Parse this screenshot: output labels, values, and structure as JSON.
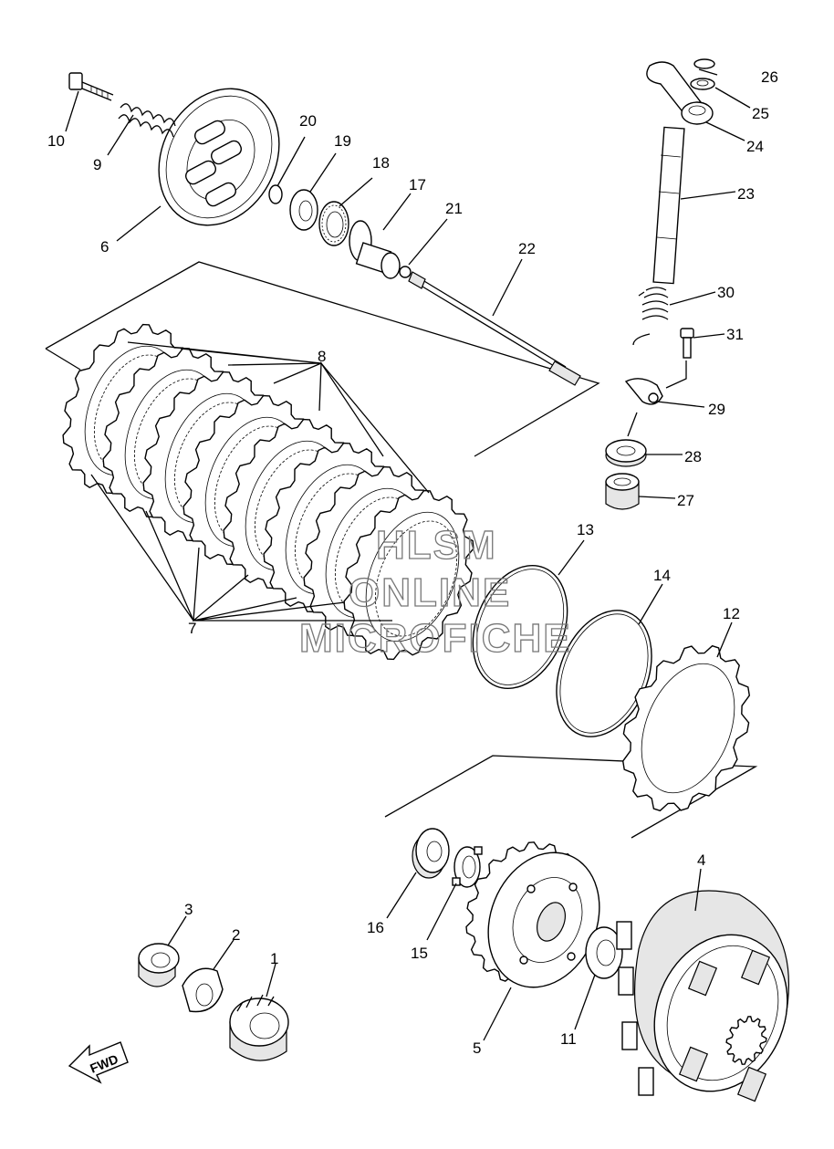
{
  "callouts": {
    "n1": "1",
    "n2": "2",
    "n3": "3",
    "n4": "4",
    "n5": "5",
    "n6": "6",
    "n7": "7",
    "n8": "8",
    "n9": "9",
    "n10": "10",
    "n11": "11",
    "n12": "12",
    "n13": "13",
    "n14": "14",
    "n15": "15",
    "n16": "16",
    "n17": "17",
    "n18": "18",
    "n19": "19",
    "n20": "20",
    "n21": "21",
    "n22": "22",
    "n23": "23",
    "n24": "24",
    "n25": "25",
    "n26": "26",
    "n27": "27",
    "n28": "28",
    "n29": "29",
    "n30": "30",
    "n31": "31"
  },
  "fwd_label": "FWD",
  "watermark": [
    "HLSM",
    "ONLINE",
    "MICROFICHE"
  ],
  "colors": {
    "line": "#000000",
    "background": "#ffffff",
    "watermark": "#777777"
  }
}
